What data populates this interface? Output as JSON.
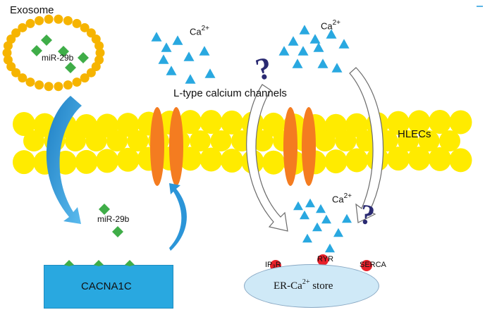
{
  "labels": {
    "exosome": "Exosome",
    "mir29b_exosome": "miR-29b",
    "ca_top_left": "Ca",
    "ca_top_left_sup": "2+",
    "ca_top_right": "Ca",
    "ca_top_right_sup": "2+",
    "l_type_channels": "L-type calcium channels",
    "hlecs": "HLECs",
    "mir29b_cytosol": "miR-29b",
    "cacna1c": "CACNA1C",
    "ca_er": "Ca",
    "ca_er_sup": "2+",
    "ip3r": "IP₃R",
    "ryr": "RYR",
    "serca": "SERCA",
    "er_store_prefix": "ER-Ca",
    "er_store_sup": "2+",
    "er_store_suffix": " store",
    "question_mark": "?"
  },
  "colors": {
    "lipid_head": "#ffeb00",
    "exosome_bead": "#f6b400",
    "channel": "#f47c20",
    "calcium_ion": "#29a8e0",
    "mirna": "#3fad48",
    "cacna1c_box": "#29a8e0",
    "er_store": "#cfe9f7",
    "receptor": "#e8202a",
    "question_mark": "#2a2a72",
    "arrow_blue": "#2b95d8"
  },
  "icons": [
    "calcium-ion-triangle",
    "mirna-diamond",
    "question-mark",
    "curved-arrow"
  ]
}
